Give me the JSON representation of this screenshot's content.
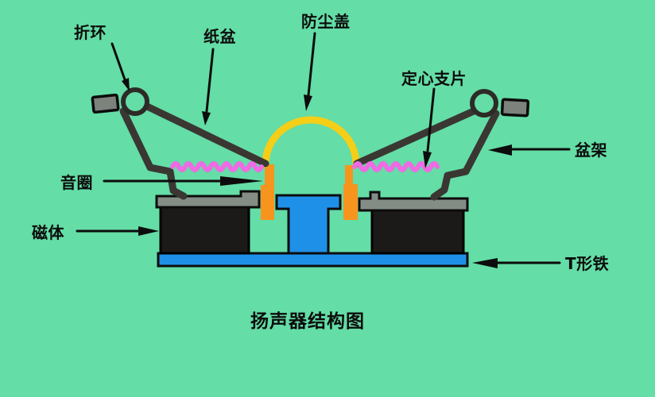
{
  "figure": {
    "caption": "扬声器结构图"
  },
  "labels": {
    "surround": "折环",
    "cone": "纸盆",
    "dust_cap": "防尘盖",
    "spider": "定心支片",
    "basket": "盆架",
    "voice_coil": "音圈",
    "magnet": "磁体",
    "t_iron": "T形铁"
  },
  "colors": {
    "background": "#64dda6",
    "dust_cap_yellow": "#f5ce18",
    "former_orange": "#f7941e",
    "spider_magenta": "#ef6ae4",
    "iron_blue": "#1f90e8",
    "magnet_black": "#1c1a18",
    "plate_gray": "#838d85",
    "frame_gray": "#3a3733",
    "mount_gray": "#7d827c",
    "ink": "#0c0c0c"
  }
}
